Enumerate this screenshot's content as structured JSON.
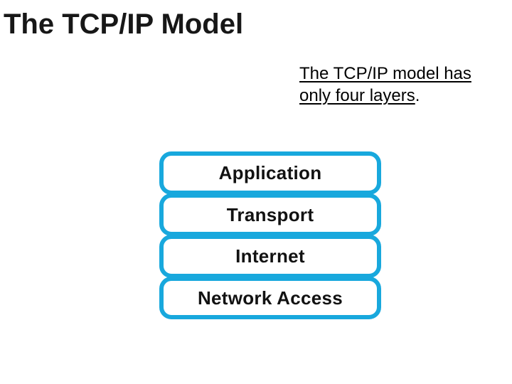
{
  "slide": {
    "title": "The TCP/IP Model",
    "background_color": "#ffffff"
  },
  "caption": {
    "underlined_text": "The TCP/IP model has only four layers",
    "trailing_punctuation": ".",
    "full_text": "The TCP/IP model has only four layers.",
    "text_color": "#000000"
  },
  "layer_stack": {
    "accent_color": "#18A8DD",
    "fill_color": "#ffffff",
    "label_color": "#121212",
    "layers": [
      {
        "label": "Application"
      },
      {
        "label": "Transport"
      },
      {
        "label": "Internet"
      },
      {
        "label": "Network Access"
      }
    ]
  }
}
